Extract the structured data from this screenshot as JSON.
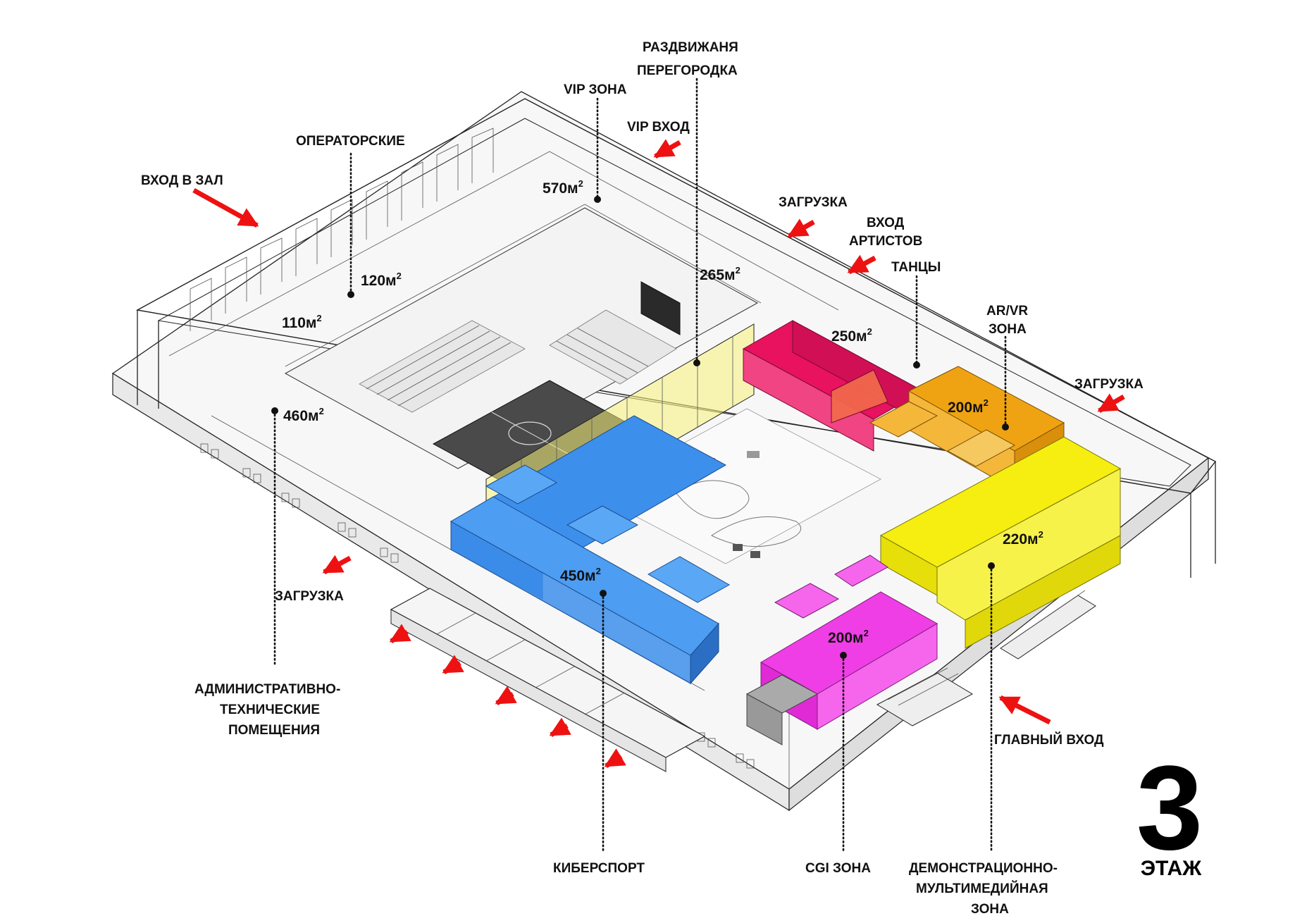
{
  "floor": {
    "number": "3",
    "word": "ЭТАЖ"
  },
  "labels": {
    "entry_hall": "ВХОД В ЗАЛ",
    "operators": "ОПЕРАТОРСКИЕ",
    "vip_zone": "VIP ЗОНА",
    "vip_entry": "VIP ВХОД",
    "partition_line1": "РАЗДВИЖАНЯ",
    "partition_line2": "ПЕРЕГОРОДКА",
    "loading_top": "ЗАГРУЗКА",
    "artists_line1": "ВХОД",
    "artists_line2": "АРТИСТОВ",
    "dance": "ТАНЦЫ",
    "arvr_line1": "AR/VR",
    "arvr_line2": "ЗОНА",
    "loading_right": "ЗАГРУЗКА",
    "loading_left": "ЗАГРУЗКА",
    "admin_line1": "АДМИНИСТРАТИВНО-",
    "admin_line2": "ТЕХНИЧЕСКИЕ",
    "admin_line3": "ПОМЕЩЕНИЯ",
    "esports": "КИБЕРСПОРТ",
    "cgi": "CGI ЗОНА",
    "demo_line1": "ДЕМОНСТРАЦИОННО-",
    "demo_line2": "МУЛЬТИМЕДИЙНАЯ",
    "demo_line3": "ЗОНА",
    "main_entry": "ГЛАВНЫЙ ВХОД"
  },
  "areas": {
    "a570": "570м",
    "a120": "120м",
    "a110": "110м",
    "a265": "265м",
    "a460": "460м",
    "a250": "250м",
    "a200_orange": "200м",
    "a220": "220м",
    "a450": "450м",
    "a200_magenta": "200м",
    "sup": "2"
  },
  "colors": {
    "blue": "#3d8fec",
    "yellow": "#f5ee10",
    "magenta": "#f03ee6",
    "crimson": "#e8125e",
    "orange": "#f0a312",
    "arrow": "#ee1111",
    "court": "#4a4a4a"
  }
}
